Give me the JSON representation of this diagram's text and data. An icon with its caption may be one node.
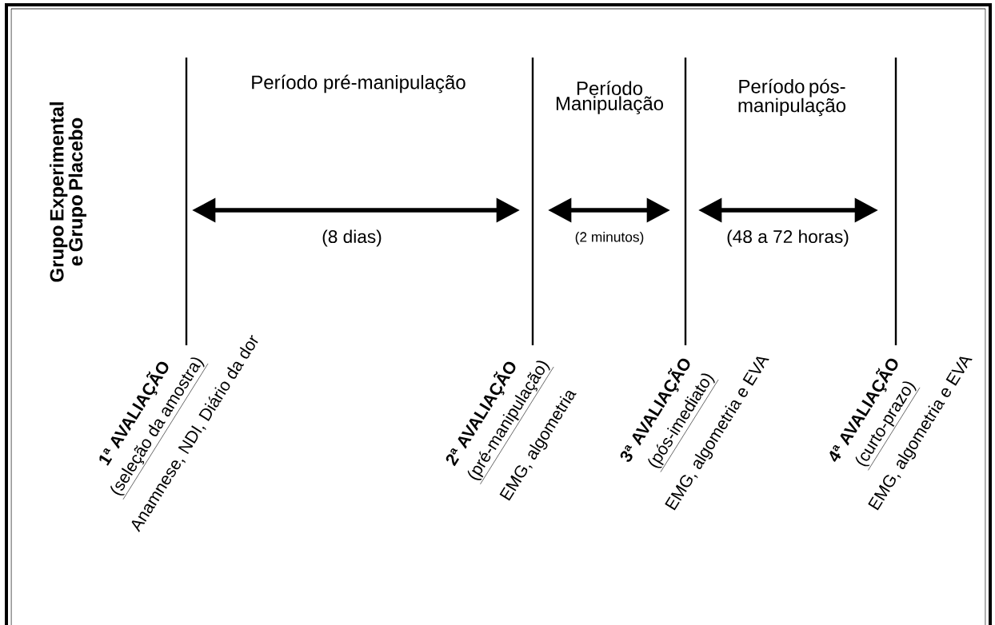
{
  "diagram": {
    "labels": [
      "Grupo Experimental e Grupo Placebo",
      "Período pré-manipulação",
      "Período Manipulação",
      "Período pós-manipulação",
      "(8 dias)",
      "(2 minutos)",
      "(48 a 72 horas)",
      "1ª AVALIAÇÃO",
      "(seleção da amostra)",
      "Anamnese, NDI, Diário da dor",
      "2ª AVALIAÇÃO",
      "(pré-manipulação)",
      "EMG, algometria",
      "3ª AVALIAÇÃO",
      "(pós-imediato)",
      "EMG, algometria e EVA",
      "4ª AVALIAÇÃO",
      "(curto-prazo)",
      "EMG, algometria e EVA"
    ]
  }
}
